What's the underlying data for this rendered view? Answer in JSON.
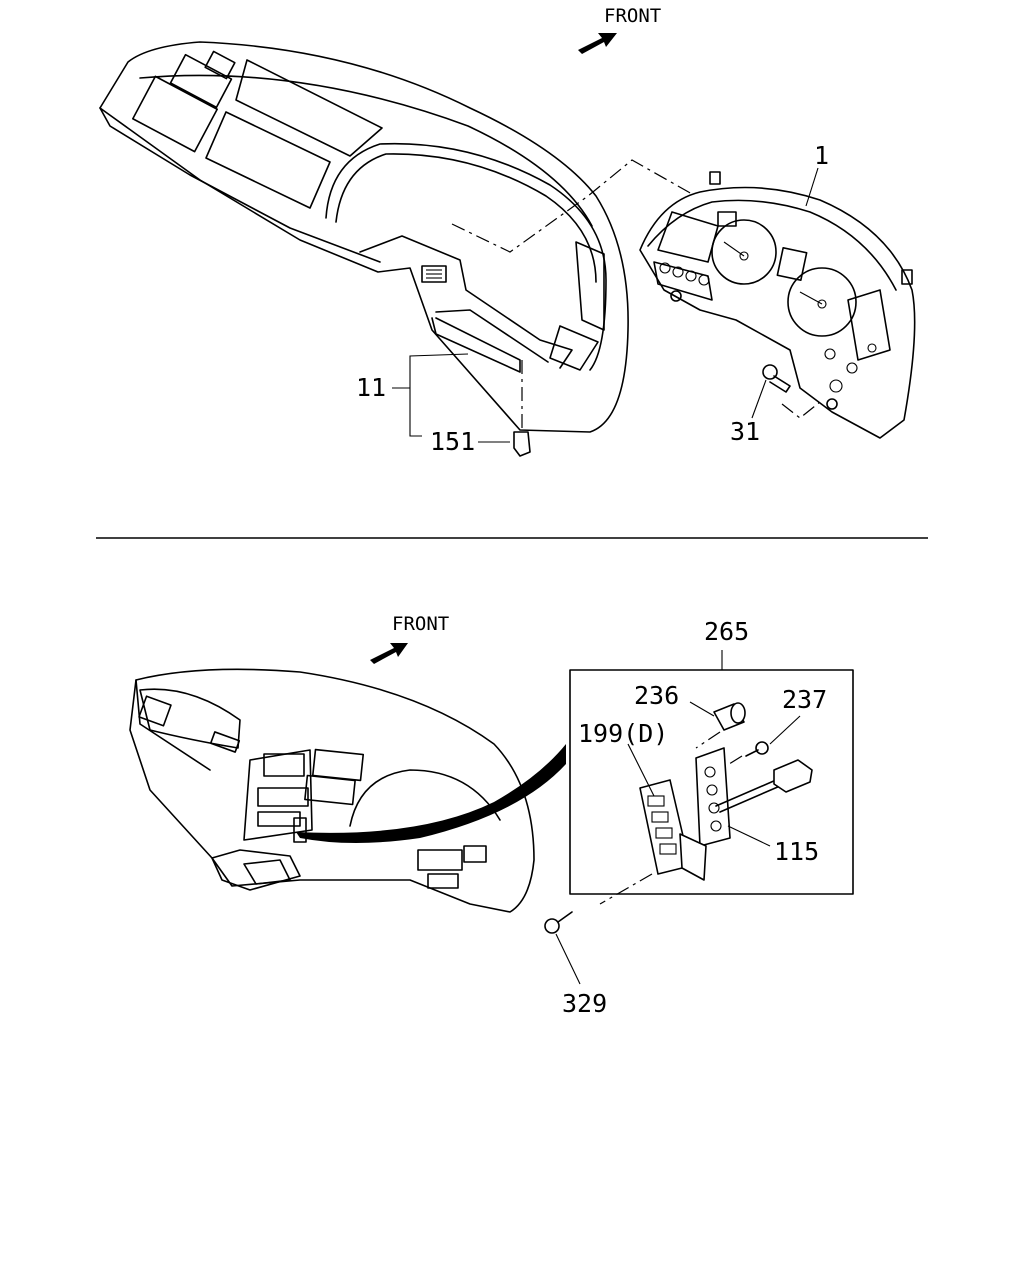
{
  "top": {
    "front_label": "FRONT",
    "callouts": {
      "cluster": "1",
      "panel": "11",
      "clip": "151",
      "screw": "31"
    }
  },
  "bottom": {
    "front_label": "FRONT",
    "callouts": {
      "assembly": "265",
      "bulb": "236",
      "bulb_socket": "237",
      "switch": "199(D)",
      "harness": "115",
      "tapping_screw": "329"
    }
  }
}
